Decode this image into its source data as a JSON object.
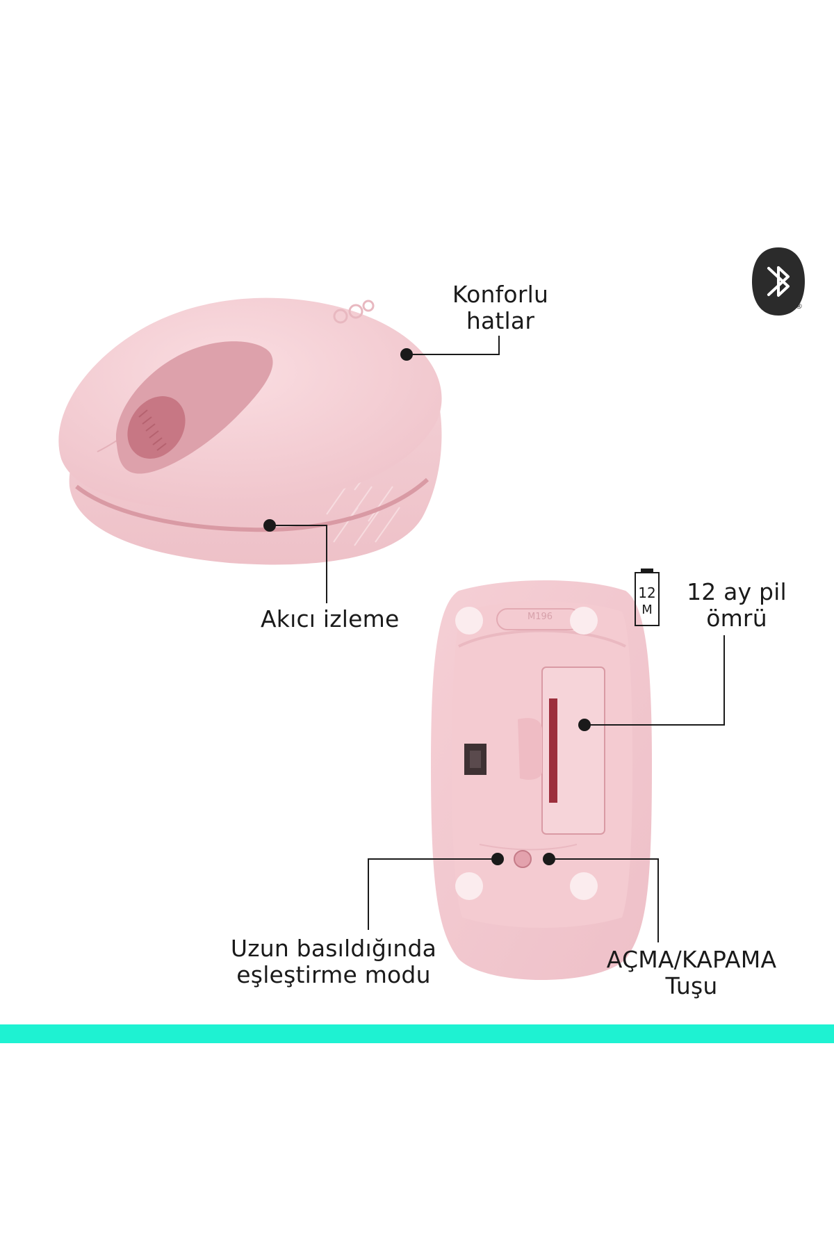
{
  "callouts": {
    "comfort": {
      "line1": "Konforlu",
      "line2": "hatlar"
    },
    "tracking": "Akıcı izleme",
    "battery": {
      "line1": "12 ay pil",
      "line2": "ömrü"
    },
    "pairing": {
      "line1": "Uzun basıldığında",
      "line2": "eşleştirme modu"
    },
    "power": {
      "line1": "AÇMA/KAPAMA",
      "line2": "Tuşu"
    }
  },
  "battery_icon": {
    "value": "12",
    "unit": "M",
    "icon": "battery-icon"
  },
  "mouse": {
    "model_label": "M196",
    "color": "#f2c9cf"
  },
  "bluetooth": {
    "icon": "bluetooth-icon",
    "registered": "®"
  },
  "colors": {
    "accent_bar": "#1ef2d2",
    "mouse_pink": "#f2c9cf",
    "mouse_rose": "#d98a96"
  }
}
